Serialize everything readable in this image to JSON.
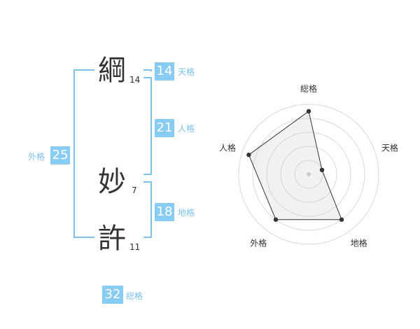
{
  "name": {
    "chars": [
      {
        "char": "綱",
        "strokes": "14"
      },
      {
        "char": "妙",
        "strokes": "7"
      },
      {
        "char": "許",
        "strokes": "11"
      }
    ]
  },
  "kaku": {
    "tenkaku": {
      "value": "14",
      "label": "天格"
    },
    "jinkaku": {
      "value": "21",
      "label": "人格"
    },
    "chikaku": {
      "value": "18",
      "label": "地格"
    },
    "gaikaku": {
      "value": "25",
      "label": "外格"
    },
    "soukaku": {
      "value": "32",
      "label": "総格"
    }
  },
  "colors": {
    "accent": "#88cbf3",
    "bracket": "#7ec0ee",
    "text": "#333333"
  },
  "chart_data": {
    "type": "radar",
    "axes": [
      "総格",
      "天格",
      "地格",
      "外格",
      "人格"
    ],
    "values": [
      0.9,
      0.2,
      0.8,
      0.8,
      0.9
    ],
    "rings": 5
  }
}
